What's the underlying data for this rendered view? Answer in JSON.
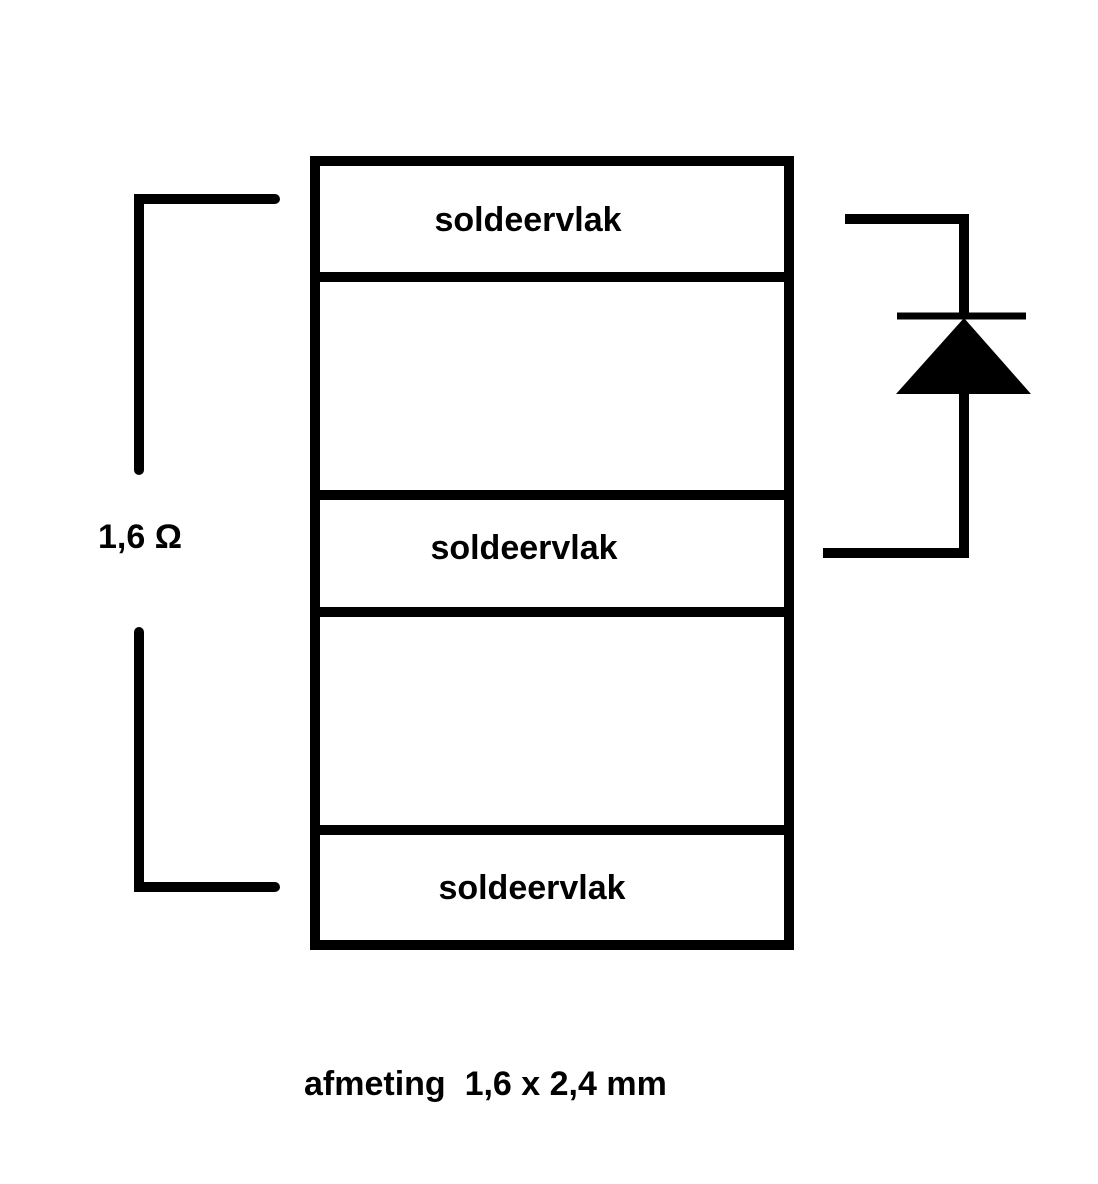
{
  "diagram": {
    "pads": [
      {
        "label": "soldeervlak"
      },
      {
        "label": "soldeervlak"
      },
      {
        "label": "soldeervlak"
      }
    ],
    "resistance_label": "1,6 Ω",
    "dimension_caption": "afmeting  1,6 x 2,4 mm",
    "symbols": [
      "diode-icon"
    ],
    "line_color": "#000000",
    "background_color": "#ffffff"
  }
}
